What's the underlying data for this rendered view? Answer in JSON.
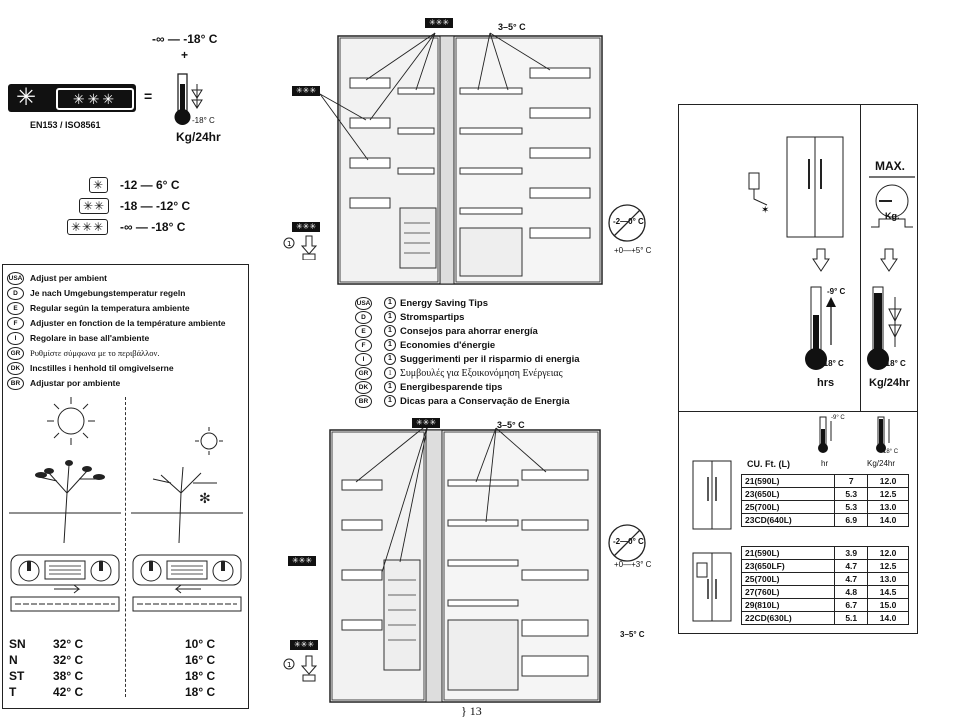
{
  "top_scale": {
    "range_label": "-∞ — -18° C",
    "plus": "+",
    "equals": "=",
    "thermo_label": "-18° C",
    "standard": "EN153 / ISO8561",
    "capacity_unit": "Kg/24hr"
  },
  "star_ratings": [
    {
      "stars": "✳",
      "range": "-12 — 6° C"
    },
    {
      "stars": "✳✳",
      "range": "-18 — -12° C"
    },
    {
      "stars": "✳✳✳",
      "range": "-∞ — -18° C"
    }
  ],
  "ambient_panel": {
    "items": [
      {
        "lang": "USA",
        "text": "Adjust per ambient"
      },
      {
        "lang": "D",
        "text": "Je nach Umgebungstemperatur regeln"
      },
      {
        "lang": "E",
        "text": "Regular según la temperatura ambiente"
      },
      {
        "lang": "F",
        "text": "Adjuster en fonction de la température ambiente"
      },
      {
        "lang": "I",
        "text": "Regolare in base all'ambiente"
      },
      {
        "lang": "GR",
        "text": "Ρυθμίστε σύμφωνα με το περιβάλλον."
      },
      {
        "lang": "DK",
        "text": "Incstilles i henhold til omgivelserne"
      },
      {
        "lang": "BR",
        "text": "Adjustar por ambiente"
      }
    ],
    "climate_classes": [
      {
        "class": "SN",
        "hot": "32° C",
        "cold": "10° C"
      },
      {
        "class": "N",
        "hot": "32° C",
        "cold": "16° C"
      },
      {
        "class": "ST",
        "hot": "38° C",
        "cold": "18° C"
      },
      {
        "class": "T",
        "hot": "42° C",
        "cold": "18° C"
      }
    ]
  },
  "fridge_top": {
    "zone_temp": "3–5° C",
    "cold_label": "-2—0° C",
    "cold_range": "+0—+5° C"
  },
  "energy_tips": [
    {
      "lang": "USA",
      "text": "Energy Saving Tips"
    },
    {
      "lang": "D",
      "text": "Stromspartips"
    },
    {
      "lang": "E",
      "text": "Consejos para ahorrar energía"
    },
    {
      "lang": "F",
      "text": "Economies d'énergie"
    },
    {
      "lang": "I",
      "text": "Suggerimenti per il risparmio di energia"
    },
    {
      "lang": "GR",
      "text": "Συμβουλές για Εξοικονόμηση Ενέργειας"
    },
    {
      "lang": "DK",
      "text": "Energibesparende tips"
    },
    {
      "lang": "BR",
      "text": "Dicas para a Conservação de Energia"
    }
  ],
  "fridge_bottom": {
    "zone_temp_top": "3–5° C",
    "cold_label": "-2—0° C",
    "cold_range": "+0—+3° C",
    "zone_temp_bottom": "3–5° C"
  },
  "right_panel": {
    "max_label": "MAX.",
    "scale_label": "Kg.",
    "thermo1_top": "-9° C",
    "thermo1_bottom": "-18° C",
    "thermo2_bottom": "-18° C",
    "col_hrs": "hrs",
    "col_kg": "Kg/24hr",
    "mini_top": "-9° C",
    "mini_bottom": "-18° C",
    "table_header": {
      "model": "CU. Ft. (L)",
      "hrs": "hr",
      "kg": "Kg/24hr"
    },
    "table_a": [
      {
        "model": "21(590L)",
        "hrs": "7",
        "kg": "12.0"
      },
      {
        "model": "23(650L)",
        "hrs": "5.3",
        "kg": "12.5"
      },
      {
        "model": "25(700L)",
        "hrs": "5.3",
        "kg": "13.0"
      },
      {
        "model": "23CD(640L)",
        "hrs": "6.9",
        "kg": "14.0"
      }
    ],
    "table_b": [
      {
        "model": "21(590L)",
        "hrs": "3.9",
        "kg": "12.0"
      },
      {
        "model": "23(650LF)",
        "hrs": "4.7",
        "kg": "12.5"
      },
      {
        "model": "25(700L)",
        "hrs": "4.7",
        "kg": "13.0"
      },
      {
        "model": "27(760L)",
        "hrs": "4.8",
        "kg": "14.5"
      },
      {
        "model": "29(810L)",
        "hrs": "6.7",
        "kg": "15.0"
      },
      {
        "model": "22CD(630L)",
        "hrs": "5.1",
        "kg": "14.0"
      }
    ]
  },
  "page_number": "13"
}
